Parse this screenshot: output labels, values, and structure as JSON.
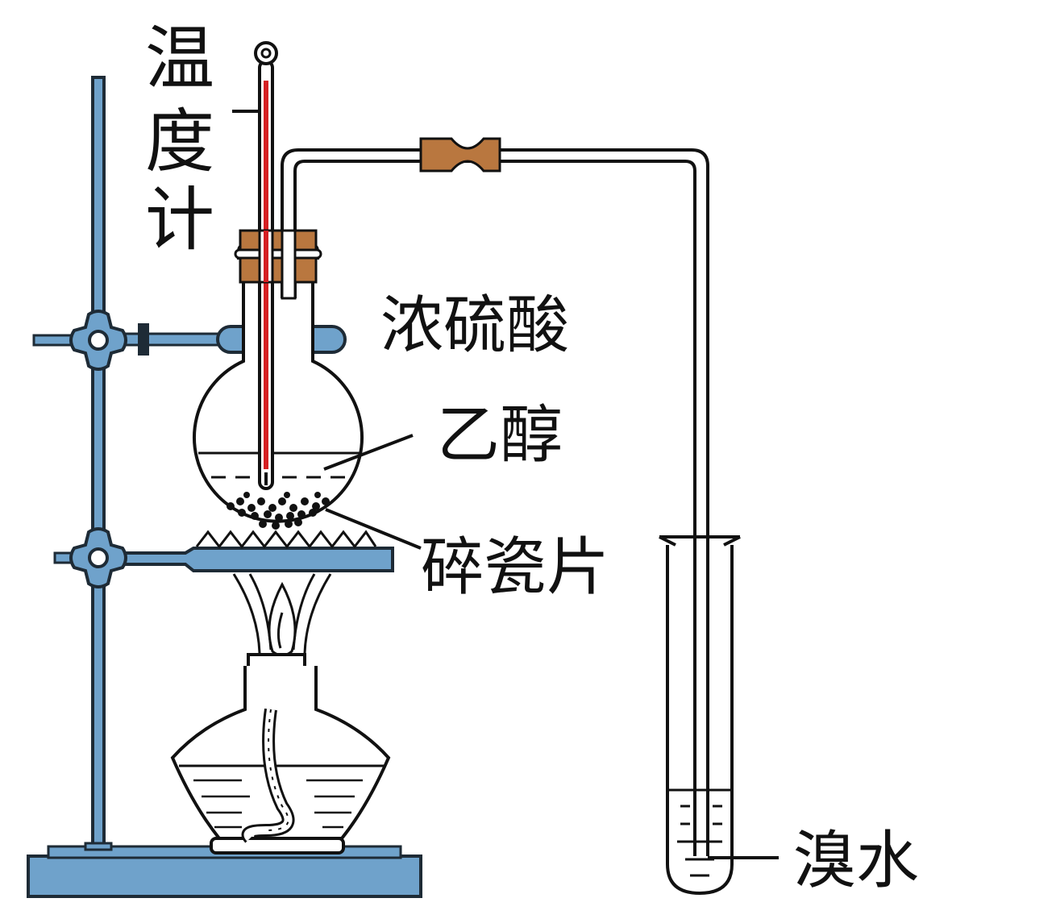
{
  "labels": {
    "thermometer": [
      "温",
      "度",
      "计"
    ],
    "conc_sulfuric_acid": "浓硫酸",
    "ethanol": "乙醇",
    "porcelain_chips": "碎瓷片",
    "bromine_water": "溴水"
  },
  "colors": {
    "stand_fill": "#6fa2cb",
    "stand_stroke": "#1e2b36",
    "stopper": "#b9773f",
    "mercury": "#d51f22",
    "line": "#111111",
    "background": "#ffffff"
  }
}
